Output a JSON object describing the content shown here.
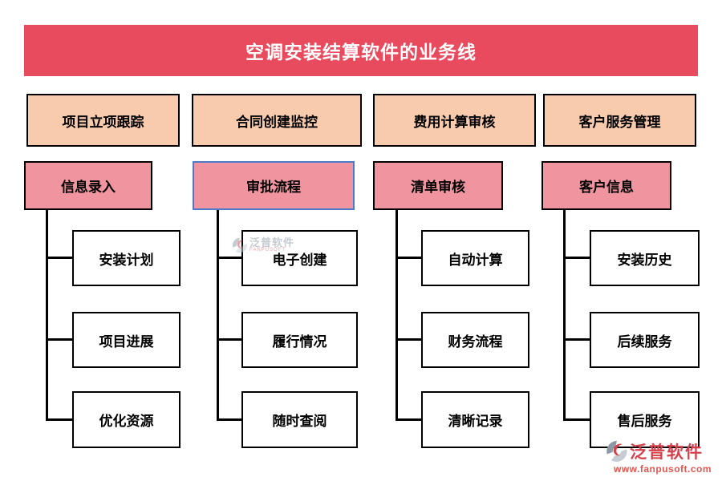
{
  "title": "空调安装结算软件的业务线",
  "columns": [
    {
      "header": "项目立项跟踪",
      "stage": "信息录入",
      "items": [
        "安装计划",
        "项目进展",
        "优化资源"
      ]
    },
    {
      "header": "合同创建监控",
      "stage": "审批流程",
      "items": [
        "电子创建",
        "履行情况",
        "随时查阅"
      ]
    },
    {
      "header": "费用计算审核",
      "stage": "清单审核",
      "items": [
        "自动计算",
        "财务流程",
        "清晰记录"
      ]
    },
    {
      "header": "客户服务管理",
      "stage": "客户信息",
      "items": [
        "安装历史",
        "后续服务",
        "售后服务"
      ]
    }
  ],
  "watermark": {
    "brand": "泛普软件",
    "sub": "FANPUSOFT"
  },
  "logo": {
    "brand": "泛普软件",
    "url": "www.fanpusoft.com"
  },
  "colors": {
    "banner": "#e84b5e",
    "header_fill": "#f8cbad",
    "stage_fill": "#f0949f",
    "stage_selected_border": "#4a7ac8",
    "line_black": "#000000",
    "brand_red": "#d4424d"
  }
}
